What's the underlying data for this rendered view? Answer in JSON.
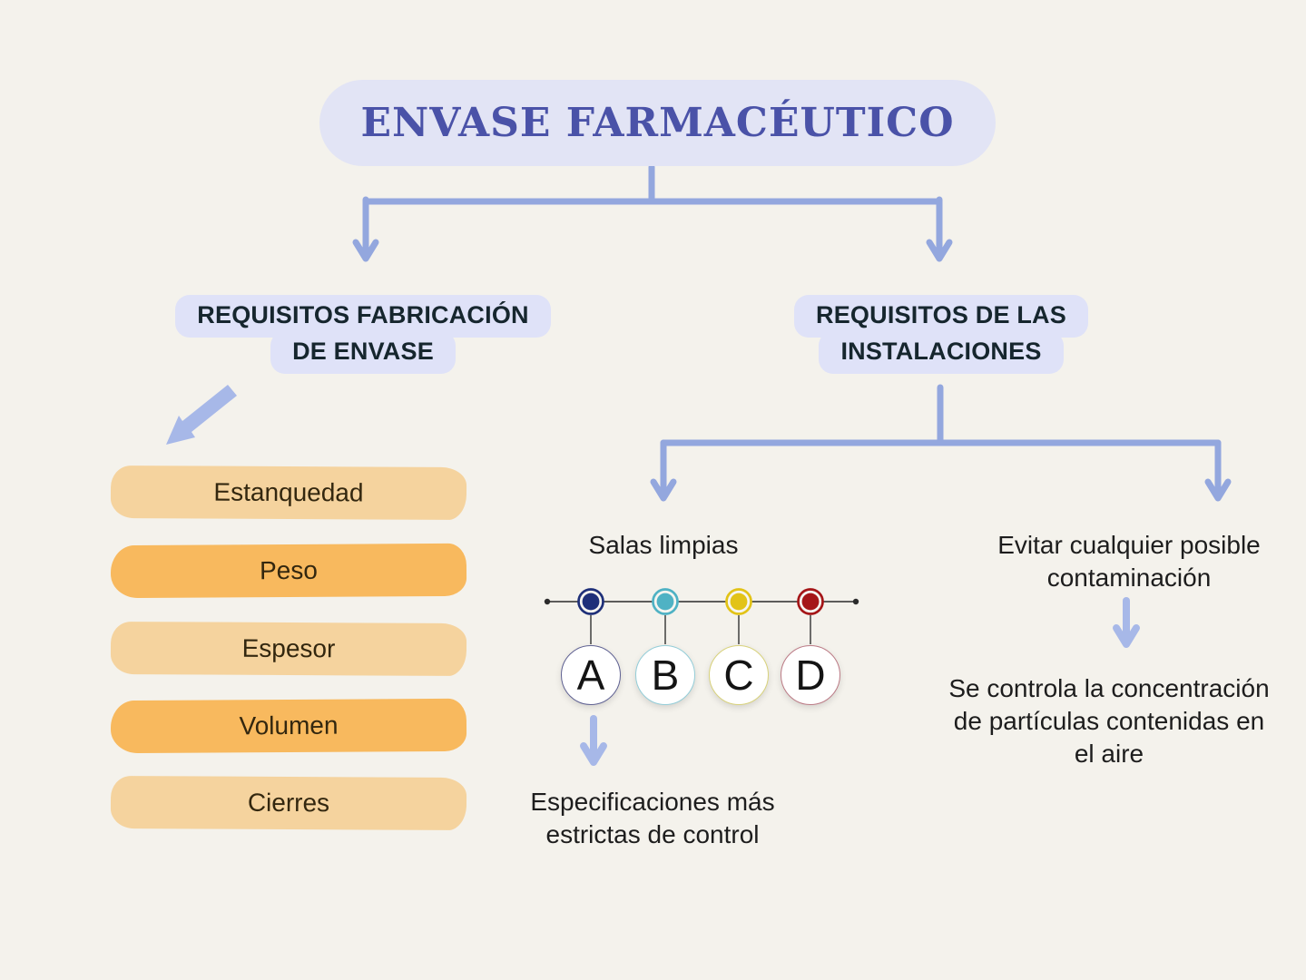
{
  "colors": {
    "background": "#f4f2ec",
    "connector": "#93a7de",
    "accent_arrow": "#a7b8e8",
    "title_text": "#4a52a8",
    "title_pill": "#e2e4f5",
    "heading_highlight": "#dfe2f8",
    "heading_text": "#16262e",
    "bar_light": "#f5d39e",
    "bar_dark": "#f8b95e",
    "timeline_line": "#2b2b2b"
  },
  "title": {
    "text": "ENVASE FARMACÉUTICO"
  },
  "left_branch": {
    "heading": {
      "line1": "REQUISITOS FABRICACIÓN",
      "line2": "DE ENVASE"
    },
    "items": [
      {
        "label": "Estanquedad",
        "color": "#f5d39e"
      },
      {
        "label": "Peso",
        "color": "#f8b95e"
      },
      {
        "label": "Espesor",
        "color": "#f5d39e"
      },
      {
        "label": "Volumen",
        "color": "#f8b95e"
      },
      {
        "label": "Cierres",
        "color": "#f5d39e"
      }
    ]
  },
  "right_branch": {
    "heading": {
      "line1": "REQUISITOS DE LAS",
      "line2": "INSTALACIONES"
    },
    "salas_limpias": {
      "label": "Salas limpias",
      "stages": [
        {
          "letter": "A",
          "dot_color": "#1f3079",
          "ring_color": "#5f6192"
        },
        {
          "letter": "B",
          "dot_color": "#4fb2c4",
          "ring_color": "#93cdd8"
        },
        {
          "letter": "C",
          "dot_color": "#e2c317",
          "ring_color": "#d8d27b"
        },
        {
          "letter": "D",
          "dot_color": "#a51618",
          "ring_color": "#bb7a85"
        }
      ],
      "note": {
        "line1": "Especificaciones más",
        "line2": "estrictas de control"
      }
    },
    "contaminacion": {
      "label": {
        "line1": "Evitar cualquier posible",
        "line2": "contaminación"
      },
      "note": {
        "line1": "Se controla la concentración",
        "line2": "de partículas contenidas en",
        "line3": "el aire"
      }
    }
  }
}
